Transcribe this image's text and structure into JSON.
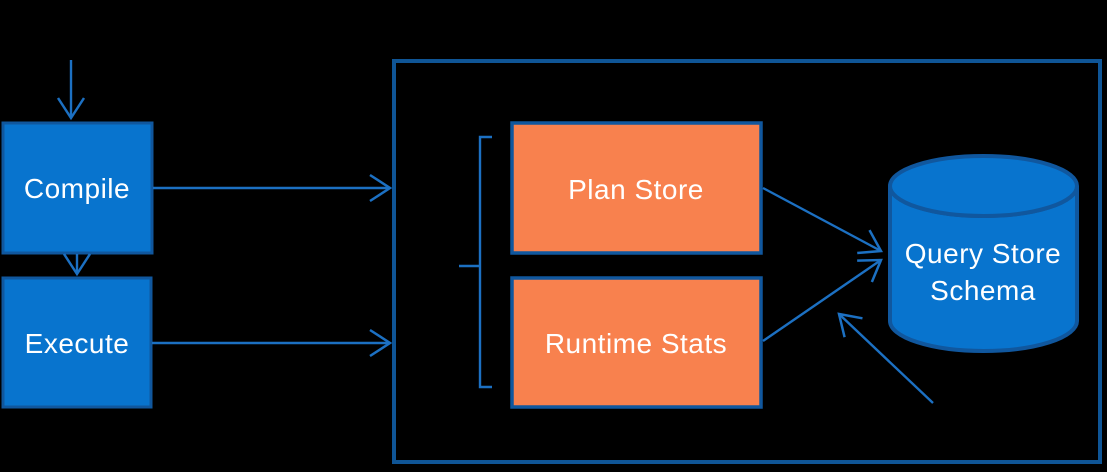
{
  "colors": {
    "background": "#000000",
    "node_fill": "#0874CE",
    "node_border": "#10579E",
    "outer_border": "#0F5596",
    "orange_fill": "#F8814E",
    "orange_border": "#10579E",
    "arrow": "#1C70C2",
    "text": "#FFFFFF"
  },
  "nodes": {
    "compile": {
      "label": "Compile"
    },
    "execute": {
      "label": "Execute"
    },
    "plan_store": {
      "label": "Plan Store"
    },
    "runtime_stats": {
      "label": "Runtime Stats"
    },
    "query_store_schema": {
      "lines": [
        "Query Store",
        "Schema"
      ]
    }
  }
}
